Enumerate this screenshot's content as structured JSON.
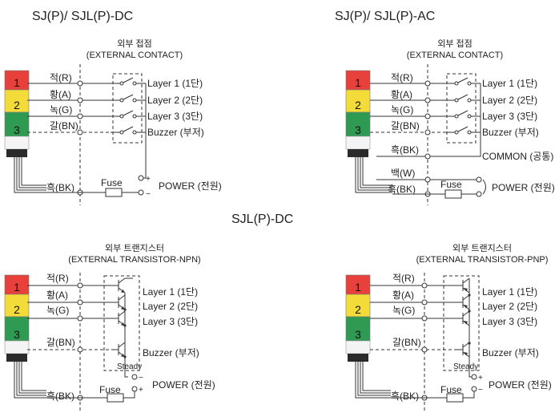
{
  "titles": {
    "top_left": "SJ(P)/ SJL(P)-DC",
    "top_right": "SJ(P)/ SJL(P)-AC",
    "middle": "SJL(P)-DC"
  },
  "headers": {
    "contact_ko": "외부 접점",
    "contact_en": "(EXTERNAL CONTACT)",
    "transistor_ko": "외부 트랜지스터",
    "npn_en": "(EXTERNAL TRANSISTOR-NPN)",
    "pnp_en": "(EXTERNAL TRANSISTOR-PNP)"
  },
  "tower": {
    "tiers": [
      "1",
      "2",
      "3"
    ],
    "colors": {
      "red": "#e8403a",
      "yellow": "#f3dc3a",
      "green": "#2f9a52",
      "white": "#f4f4f4",
      "base": "#2b2b2b"
    }
  },
  "wires": {
    "red": "적(R)",
    "amber": "황(A)",
    "green": "녹(G)",
    "brown": "갈(BN)",
    "black": "흑(BK)",
    "white": "백(W)"
  },
  "outputs": {
    "layer1": "Layer 1 (1단)",
    "layer2": "Layer 2 (2단)",
    "layer3": "Layer 3 (3단)",
    "buzzer": "Buzzer (부저)",
    "common": "COMMON (공통)",
    "power": "POWER (전원)"
  },
  "parts": {
    "fuse": "Fuse",
    "steady": "Steady",
    "plus": "+",
    "minus": "−"
  }
}
